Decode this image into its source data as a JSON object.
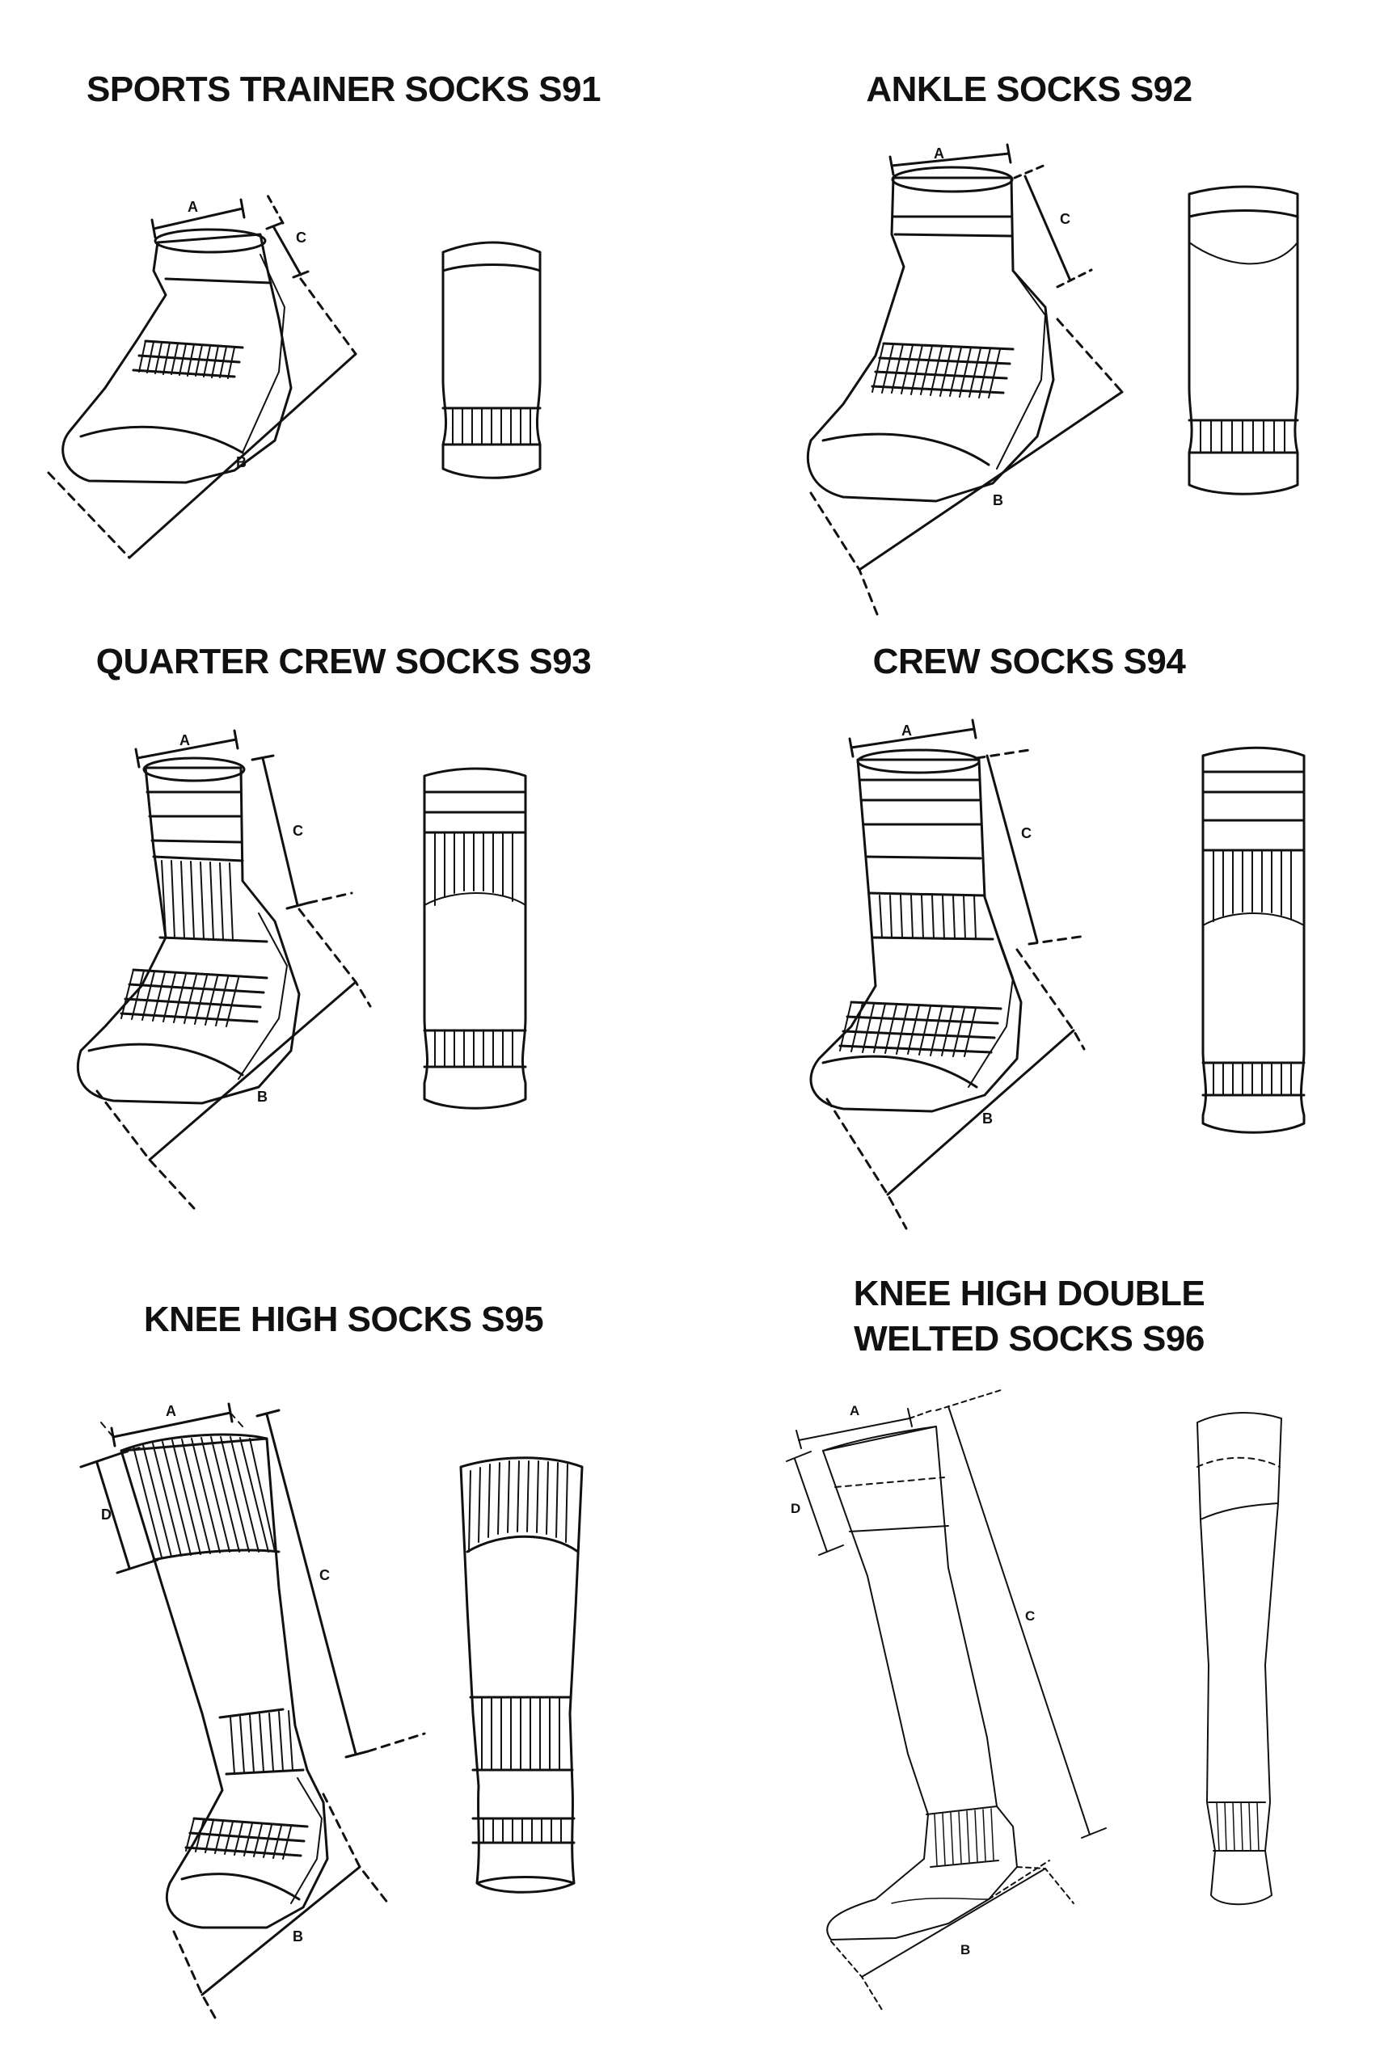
{
  "panels": [
    {
      "title": "SPORTS TRAINER SOCKS S91",
      "labels": {
        "a": "A",
        "b": "B",
        "c": "C"
      }
    },
    {
      "title": "ANKLE SOCKS S92",
      "labels": {
        "a": "A",
        "b": "B",
        "c": "C"
      }
    },
    {
      "title": "QUARTER CREW SOCKS S93",
      "labels": {
        "a": "A",
        "b": "B",
        "c": "C"
      }
    },
    {
      "title": "CREW SOCKS S94",
      "labels": {
        "a": "A",
        "b": "B",
        "c": "C"
      }
    },
    {
      "title": "KNEE HIGH SOCKS S95",
      "labels": {
        "a": "A",
        "b": "B",
        "c": "C",
        "d": "D"
      }
    },
    {
      "title_lines": [
        "KNEE HIGH DOUBLE",
        "WELTED SOCKS S96"
      ],
      "labels": {
        "a": "A",
        "b": "B",
        "c": "C",
        "d": "D"
      }
    }
  ]
}
